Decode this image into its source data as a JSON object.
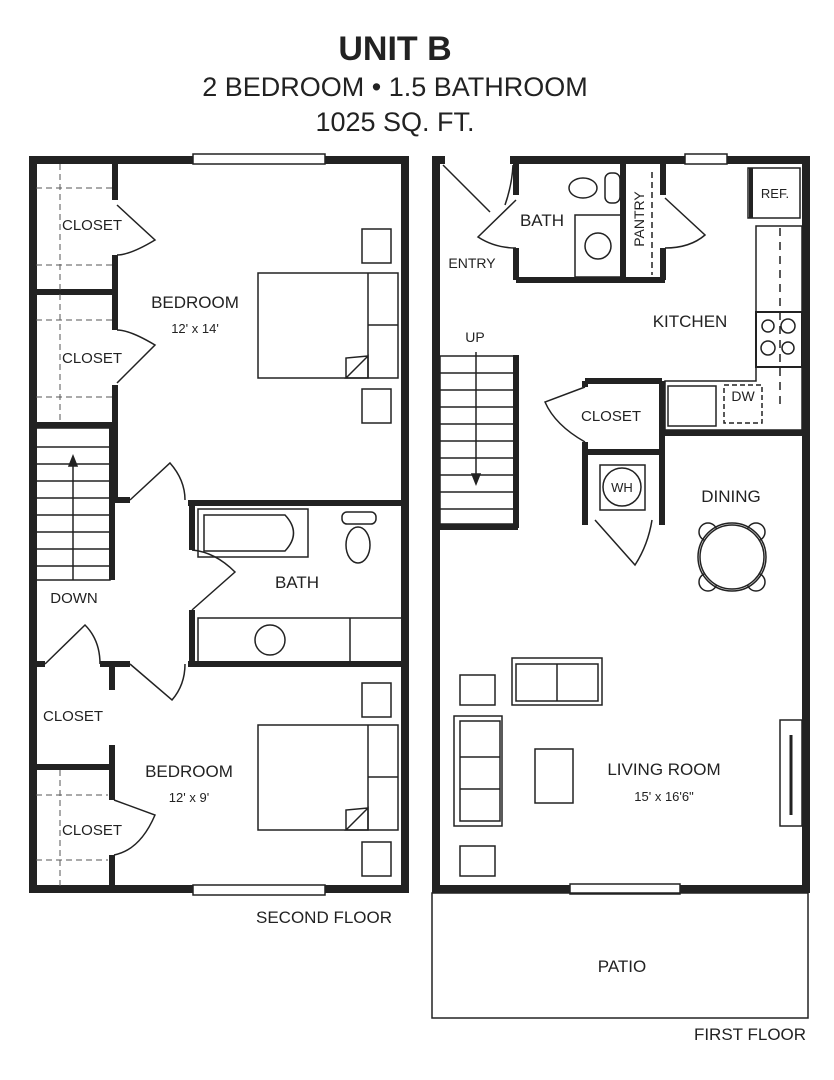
{
  "header": {
    "title": "UNIT B",
    "subtitle": "2 BEDROOM • 1.5 BATHROOM",
    "area": "1025 SQ. FT."
  },
  "second_floor": {
    "label": "SECOND FLOOR",
    "rooms": {
      "closet_1": "CLOSET",
      "closet_2": "CLOSET",
      "closet_3": "CLOSET",
      "closet_4": "CLOSET",
      "bedroom_1": "BEDROOM",
      "bedroom_1_dim": "12' x 14'",
      "bedroom_2": "BEDROOM",
      "bedroom_2_dim": "12' x 9'",
      "bath": "BATH",
      "stairs": "DOWN"
    }
  },
  "first_floor": {
    "label": "FIRST FLOOR",
    "rooms": {
      "entry": "ENTRY",
      "bath": "BATH",
      "pantry": "PANTRY",
      "ref": "REF.",
      "kitchen": "KITCHEN",
      "stairs": "UP",
      "closet": "CLOSET",
      "dw": "DW",
      "wh": "WH",
      "dining": "DINING",
      "living": "LIVING ROOM",
      "living_dim": "15' x 16'6\"",
      "patio": "PATIO"
    }
  }
}
